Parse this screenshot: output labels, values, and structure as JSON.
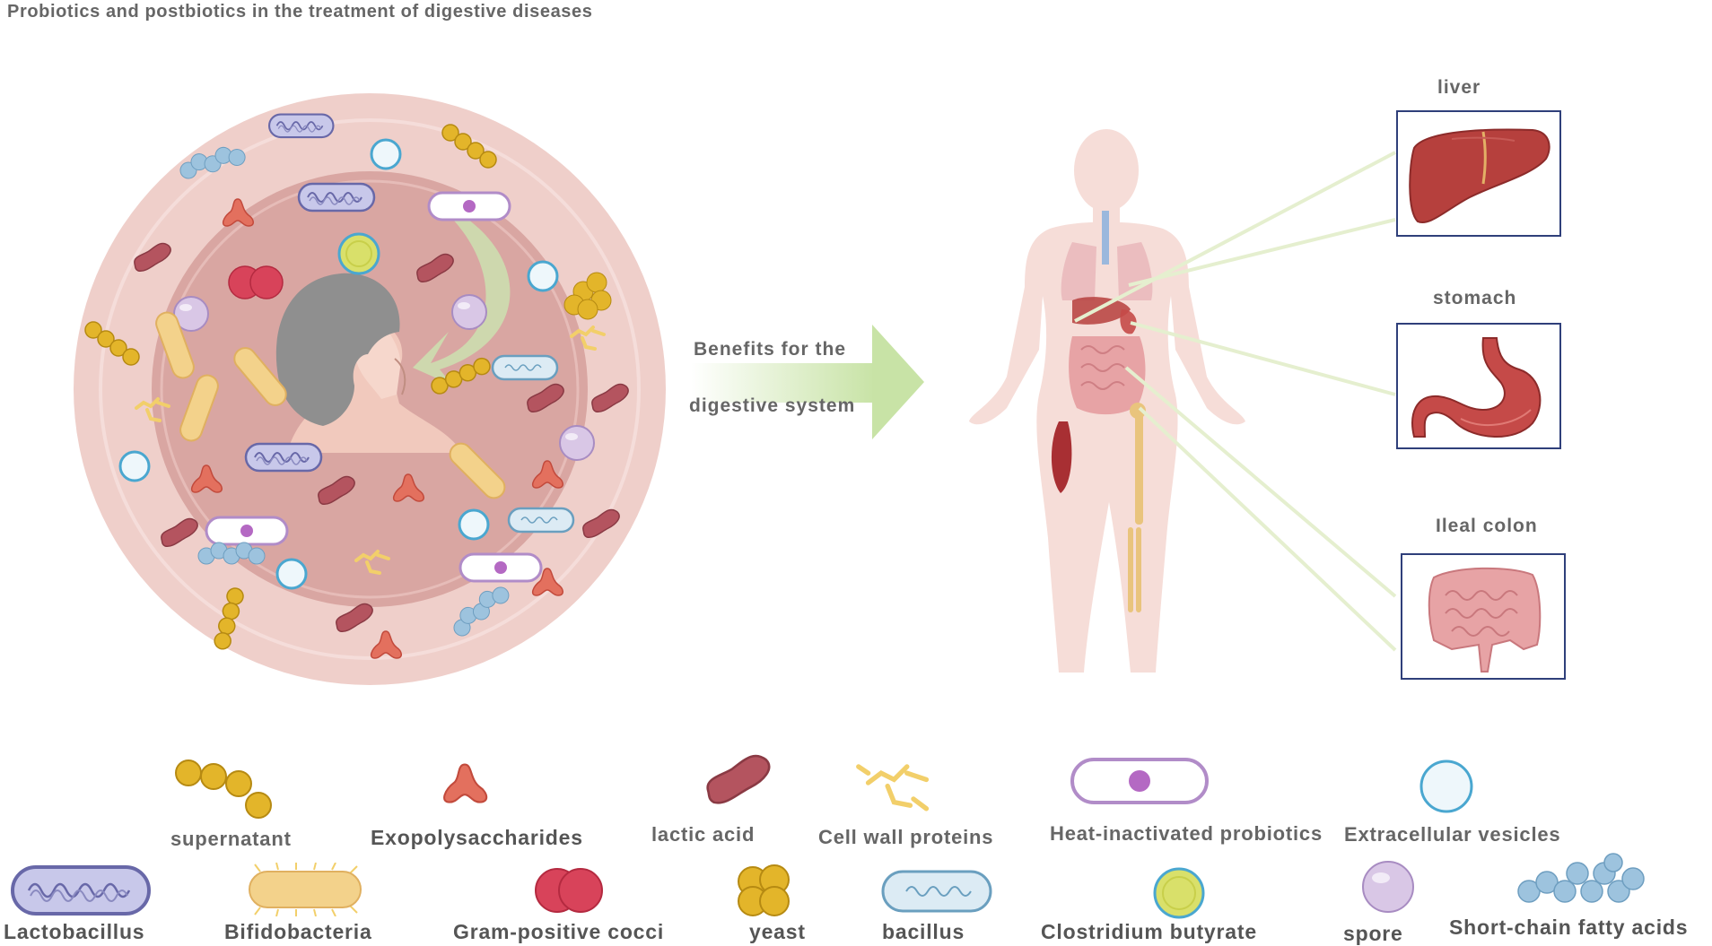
{
  "title": "Probiotics and postbiotics in the treatment of digestive diseases",
  "arrow": {
    "line1": "Benefits for the",
    "line2": "digestive system"
  },
  "organs": {
    "liver": "liver",
    "stomach": "stomach",
    "colon": "Ileal colon"
  },
  "legend": {
    "supernatant": "supernatant",
    "exopolysaccharides": "Exopolysaccharides",
    "lactic_acid": "lactic acid",
    "cell_wall_proteins": "Cell wall proteins",
    "heat_inactivated": "Heat-inactivated probiotics",
    "extracellular_vesicles": "Extracellular vesicles",
    "lactobacillus": "Lactobacillus",
    "bifidobacteria": "Bifidobacteria",
    "gram_positive_cocci": "Gram-positive cocci",
    "yeast": "yeast",
    "bacillus": "bacillus",
    "clostridium_butyrate": "Clostridium butyrate",
    "spore": "spore",
    "scfa": "Short-chain fatty acids"
  },
  "colors": {
    "outer_circle": "#efcfca",
    "inner_circle": "#d9a6a2",
    "frame": "#2f3f7a",
    "arrow": "#c8e3a6",
    "liver": "#b6403d",
    "stomach": "#c54a48",
    "colon": "#e7a3a5",
    "body": "#f6ddd8",
    "yellow_cocci": "#e3b52a",
    "vesicle": "#4aa7d0",
    "lactic": "#b4545f",
    "exo": "#e3705e"
  }
}
